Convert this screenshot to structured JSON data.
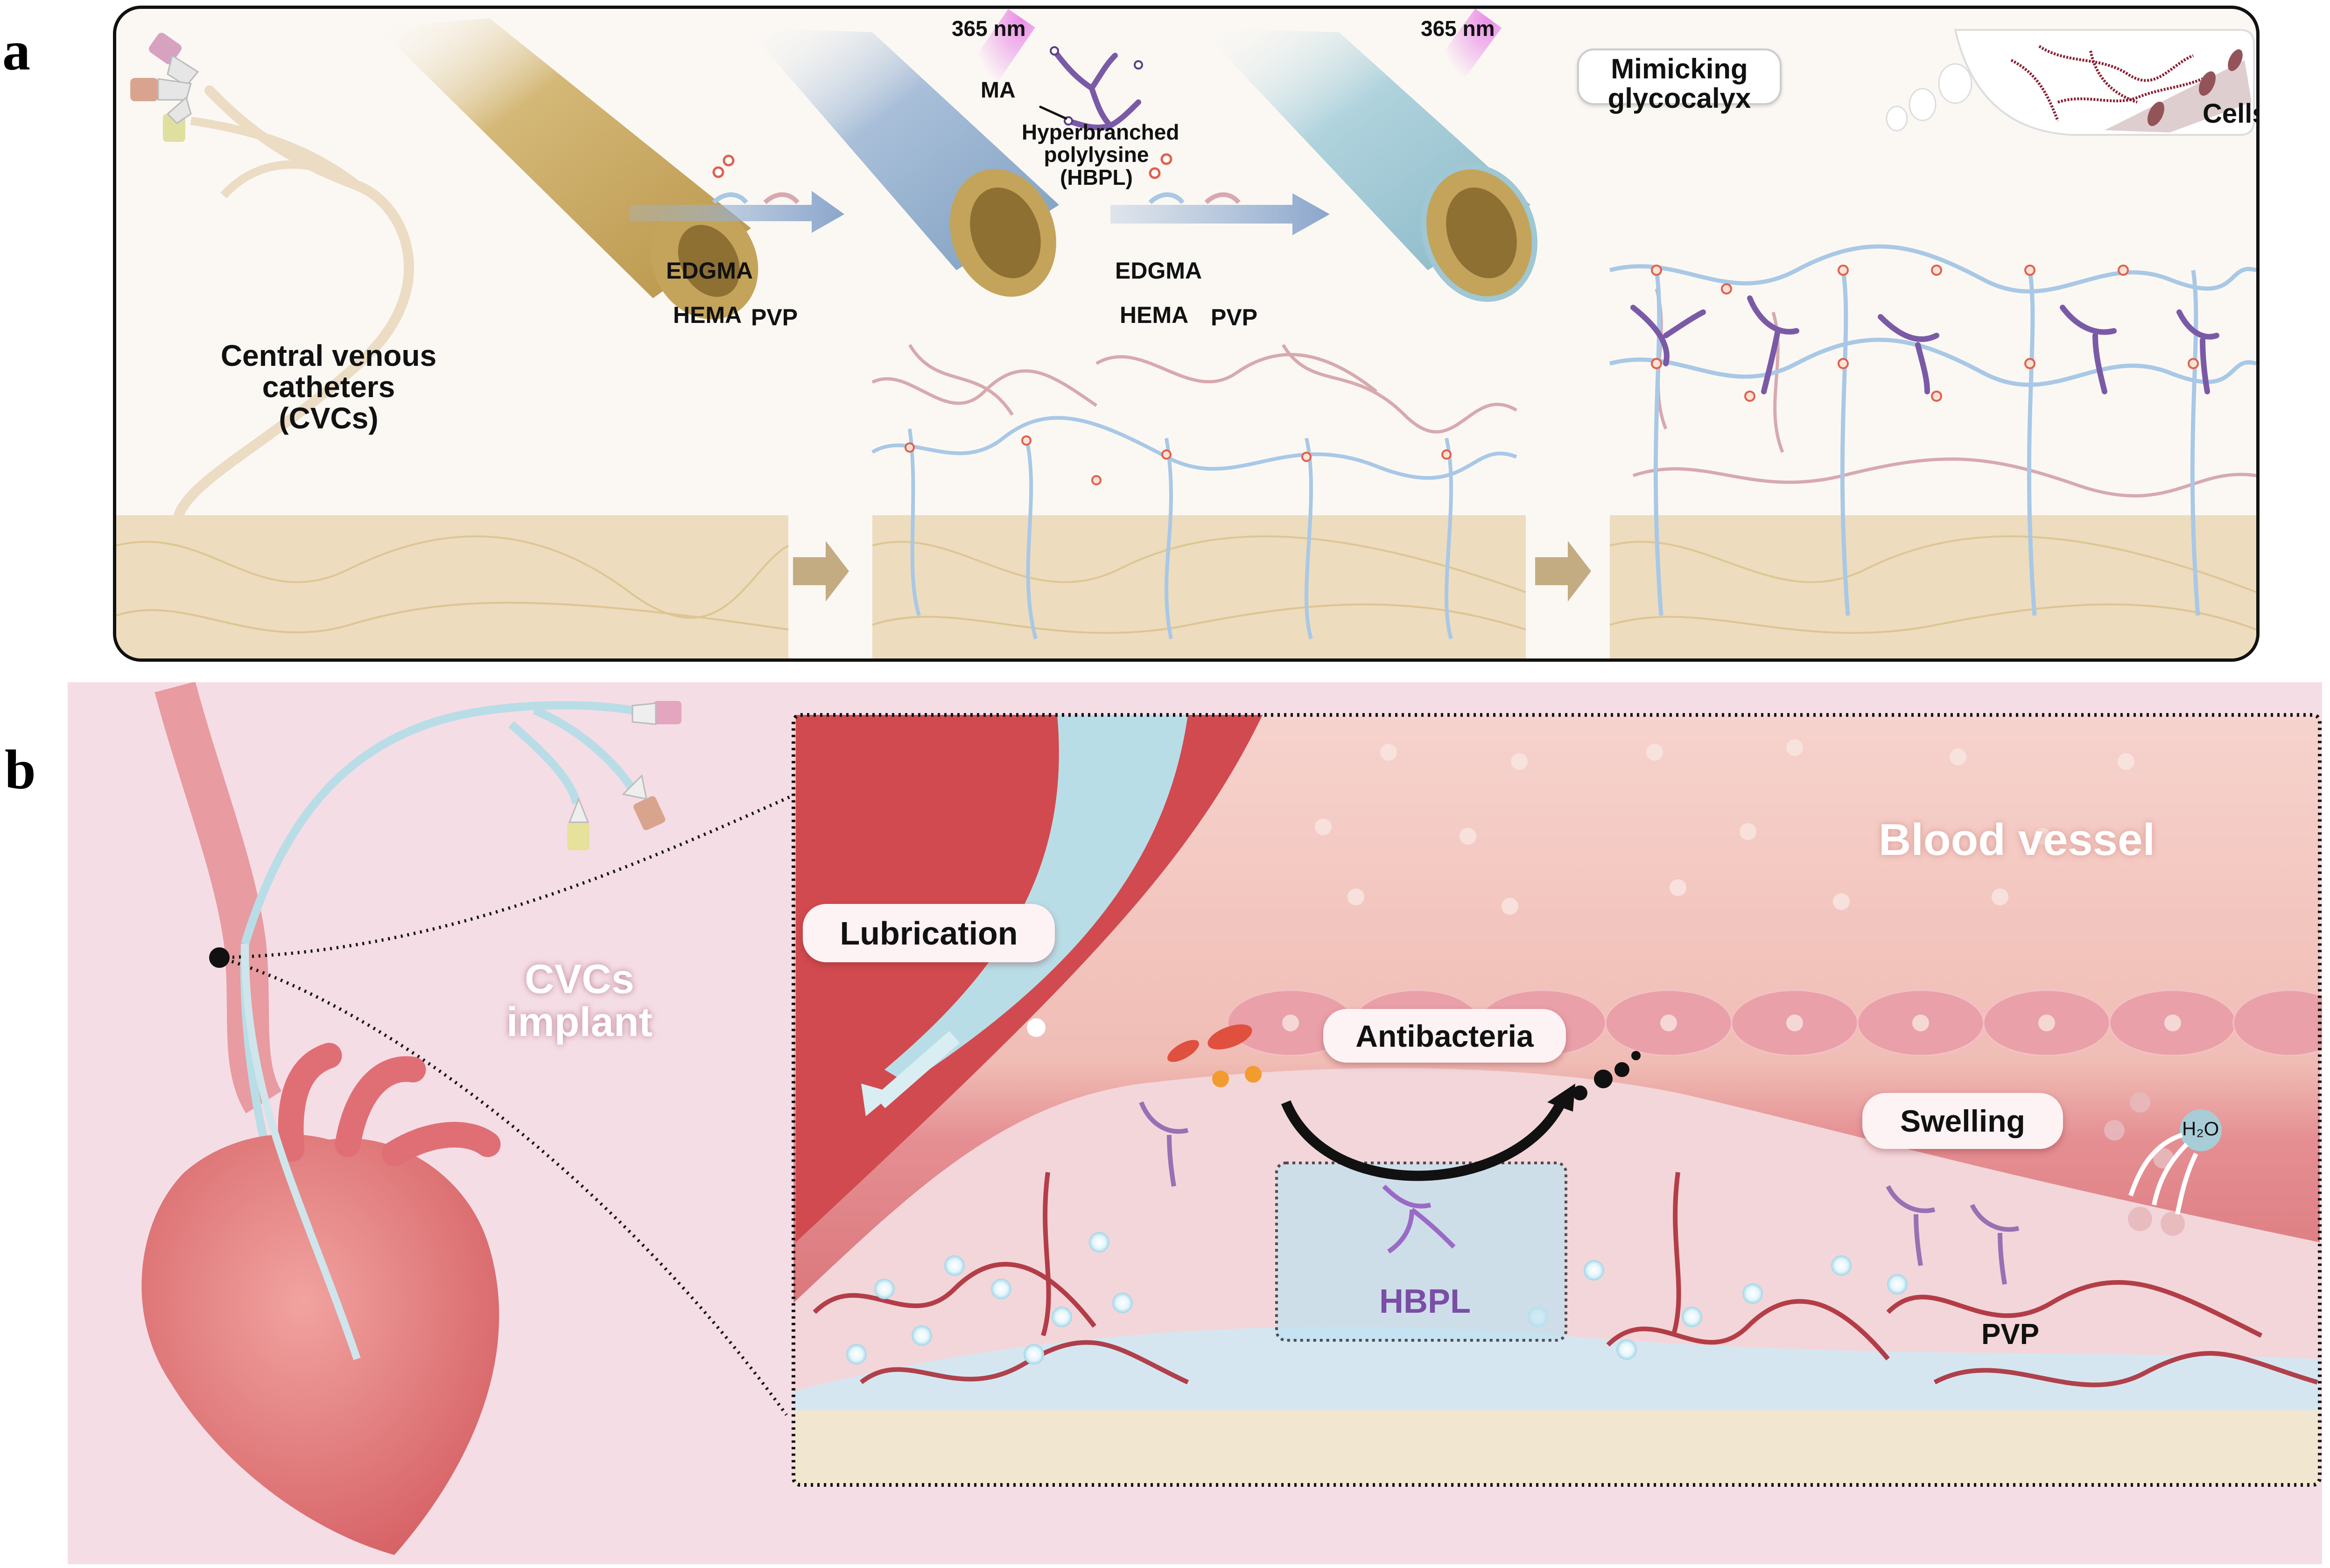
{
  "figure": {
    "panels": [
      {
        "id": "a",
        "letter": "a"
      },
      {
        "id": "b",
        "letter": "b"
      }
    ]
  },
  "panel_a": {
    "catheter_label": [
      "Central venous",
      "catheters",
      "(CVCs)"
    ],
    "uv_label_1": "365 nm",
    "uv_label_2": "365 nm",
    "reagents_step1": {
      "crosslinker": "EDGMA",
      "monomer": "HEMA",
      "polymer": "PVP"
    },
    "reagents_step2": {
      "crosslinker": "EDGMA",
      "monomer": "HEMA",
      "polymer": "PVP"
    },
    "ma_label": "MA",
    "hbpl_label": [
      "Hyperbranched",
      "polylysine",
      "(HBPL)"
    ],
    "glycocalyx_bubble": [
      "Mimicking",
      "glycocalyx"
    ],
    "cells_label": "Cells",
    "colors": {
      "substrate": "#c9a65a",
      "hema_coating": "#8fb0cc",
      "final_coating": "#9fc7d4",
      "uv": "#e04fe0",
      "hema_chain": "#a9c8e6",
      "pvp_chain": "#d7a9ae",
      "hbpl": "#7a5aa6",
      "crosslink": "#e0604e"
    }
  },
  "panel_b": {
    "implant_label": [
      "CVCs",
      "implant"
    ],
    "vessel_label": "Blood vessel",
    "lubrication_label": "Lubrication",
    "antibacteria_label": "Antibacteria",
    "swelling_label": "Swelling",
    "water_label": "H₂O",
    "hbpl_label": "HBPL",
    "pvp_label": "PVP",
    "colors": {
      "background": "#f5dde6",
      "vessel": "#d96a6d",
      "endothelium": "#e9a0a8",
      "catheter": "#b9dde6",
      "hydrogel_glow": "#cfe9f4",
      "pvp_chain": "#a8232e",
      "hbpl": "#7a4ea6",
      "bacteria": "#e0503e"
    }
  }
}
